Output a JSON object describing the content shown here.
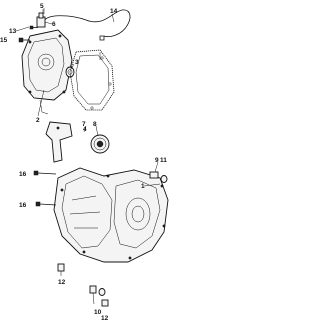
{
  "callouts": {
    "c1": "1",
    "c2": "2",
    "c3": "3",
    "c4": "4",
    "c5": "5",
    "c6": "6",
    "c7": "7",
    "c8": "8",
    "c9": "9",
    "c10": "10",
    "c11": "11",
    "c12a": "12",
    "c12b": "12",
    "c13": "13",
    "c14": "14",
    "c15": "15",
    "c16a": "16",
    "c16b": "16"
  }
}
